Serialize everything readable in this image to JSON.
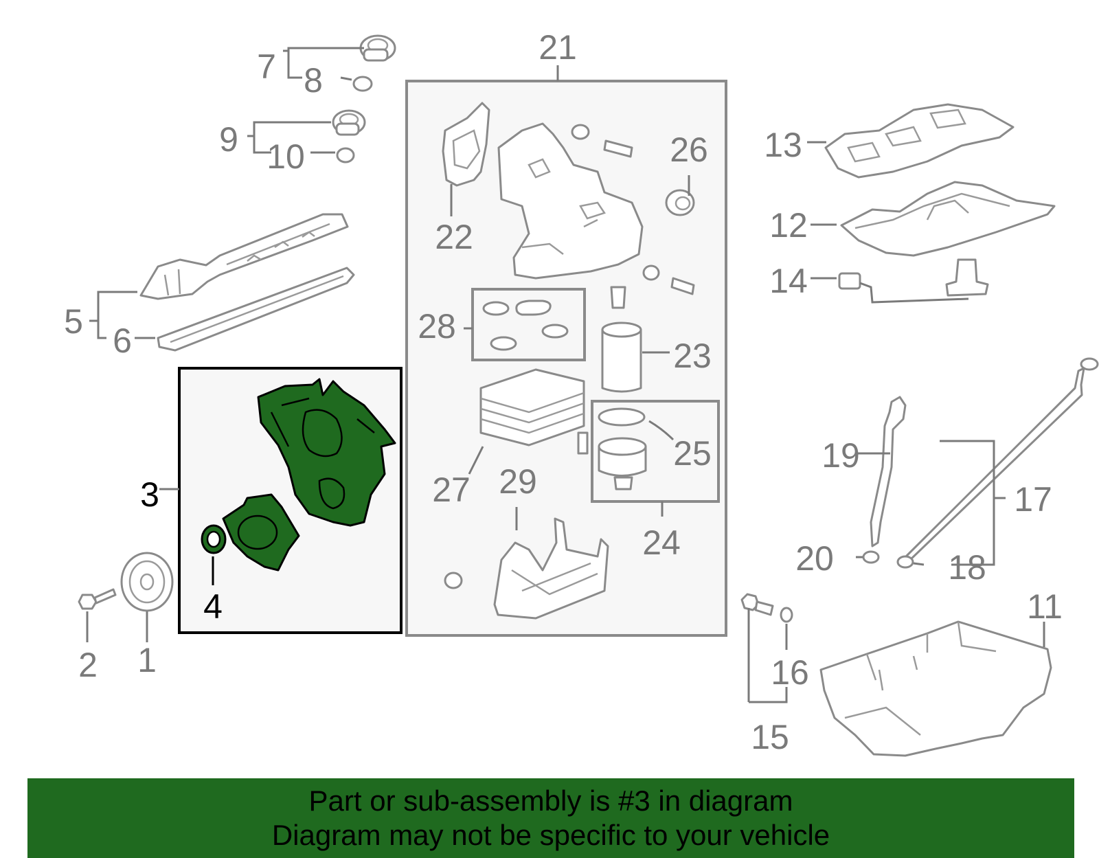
{
  "callouts": {
    "c1": "1",
    "c2": "2",
    "c3": "3",
    "c4": "4",
    "c5": "5",
    "c6": "6",
    "c7": "7",
    "c8": "8",
    "c9": "9",
    "c10": "10",
    "c11": "11",
    "c12": "12",
    "c13": "13",
    "c14": "14",
    "c15": "15",
    "c16": "16",
    "c17": "17",
    "c18": "18",
    "c19": "19",
    "c20": "20",
    "c21": "21",
    "c22": "22",
    "c23": "23",
    "c24": "24",
    "c25": "25",
    "c26": "26",
    "c27": "27",
    "c28": "28",
    "c29": "29"
  },
  "highlighted_part": "3",
  "colors": {
    "highlight": "#1f6a1f",
    "line": "#8a8a8a",
    "callout": "#7a7a7a"
  },
  "banner": {
    "line1": "Part or sub-assembly is #3 in diagram",
    "line2": "Diagram may not be specific to your vehicle"
  }
}
